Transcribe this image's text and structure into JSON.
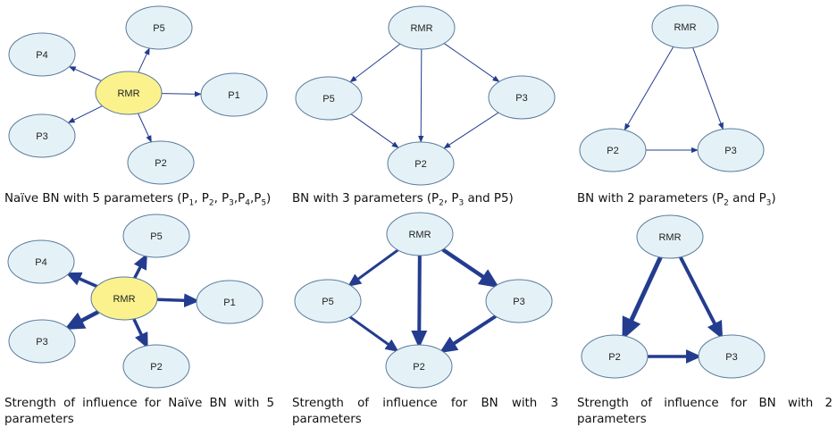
{
  "colors": {
    "node_fill": "#e4f2f8",
    "central_fill": "#fbf28e",
    "node_stroke": "#5b7a9a",
    "edge": "#233c8f"
  },
  "panels": [
    {
      "id": "naive-bn",
      "caption": [
        "Naïve BN with 5 parameters (P",
        "1",
        ", P",
        "2",
        ", P",
        "3",
        ",P",
        "4",
        ",P",
        "5",
        ")"
      ],
      "nodes": [
        "RMR",
        "P1",
        "P2",
        "P3",
        "P4",
        "P5"
      ],
      "edges": [
        [
          "RMR",
          "P5"
        ],
        [
          "RMR",
          "P4"
        ],
        [
          "RMR",
          "P1"
        ],
        [
          "RMR",
          "P3"
        ],
        [
          "RMR",
          "P2"
        ]
      ]
    },
    {
      "id": "bn-3",
      "caption": [
        "BN with 3 parameters (P",
        "2",
        ", P",
        "3",
        " and P5)"
      ],
      "nodes": [
        "RMR",
        "P5",
        "P3",
        "P2"
      ],
      "edges": [
        [
          "RMR",
          "P5"
        ],
        [
          "RMR",
          "P2"
        ],
        [
          "RMR",
          "P3"
        ],
        [
          "P5",
          "P2"
        ],
        [
          "P3",
          "P2"
        ]
      ]
    },
    {
      "id": "bn-2",
      "caption": [
        "BN with 2 parameters (P",
        "2",
        " and P",
        "3",
        ")"
      ],
      "nodes": [
        "RMR",
        "P2",
        "P3"
      ],
      "edges": [
        [
          "RMR",
          "P2"
        ],
        [
          "RMR",
          "P3"
        ],
        [
          "P2",
          "P3"
        ]
      ]
    },
    {
      "id": "strength-naive",
      "caption_lines": [
        "Strength of influence for Naïve BN with 5",
        "parameters"
      ],
      "nodes": [
        "RMR",
        "P1",
        "P2",
        "P3",
        "P4",
        "P5"
      ]
    },
    {
      "id": "strength-3",
      "caption_lines": [
        "Strength of influence for BN with 3",
        "parameters"
      ],
      "nodes": [
        "RMR",
        "P5",
        "P3",
        "P2"
      ]
    },
    {
      "id": "strength-2",
      "caption_lines": [
        "Strength of influence for BN with 2",
        "parameters"
      ],
      "nodes": [
        "RMR",
        "P2",
        "P3"
      ]
    }
  ]
}
